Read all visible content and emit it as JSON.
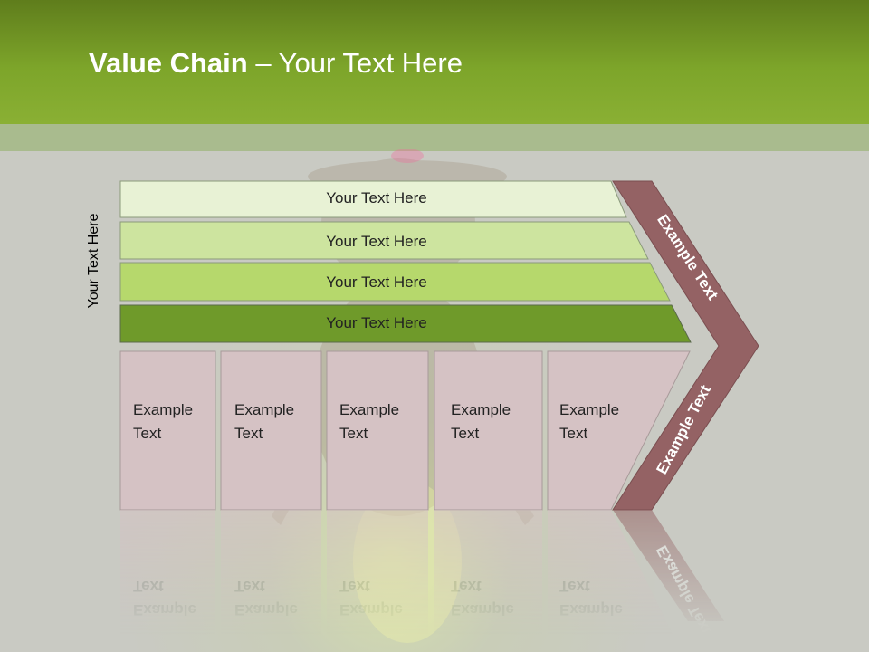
{
  "title": {
    "bold": "Value Chain",
    "rest": " – Your Text Here"
  },
  "side_label": "Your Text Here",
  "rows": [
    {
      "label": "Your Text Here",
      "color": "#e8f2d5"
    },
    {
      "label": "Your Text Here",
      "color": "#cde49f"
    },
    {
      "label": "Your Text Here",
      "color": "#b6d86c"
    },
    {
      "label": "Your Text Here",
      "color": "#6f9a2a"
    }
  ],
  "boxes": [
    {
      "line1": "Example",
      "line2": "Text"
    },
    {
      "line1": "Example",
      "line2": "Text"
    },
    {
      "line1": "Example",
      "line2": "Text"
    },
    {
      "line1": "Example",
      "line2": "Text"
    },
    {
      "line1": "Example",
      "line2": "Text"
    }
  ],
  "chevron": {
    "upper": "Example Text",
    "lower": "Example Text",
    "color": "#946264"
  },
  "colors": {
    "header": "#7da52a",
    "box": "#d5c2c4",
    "background": "#c9cac3"
  }
}
